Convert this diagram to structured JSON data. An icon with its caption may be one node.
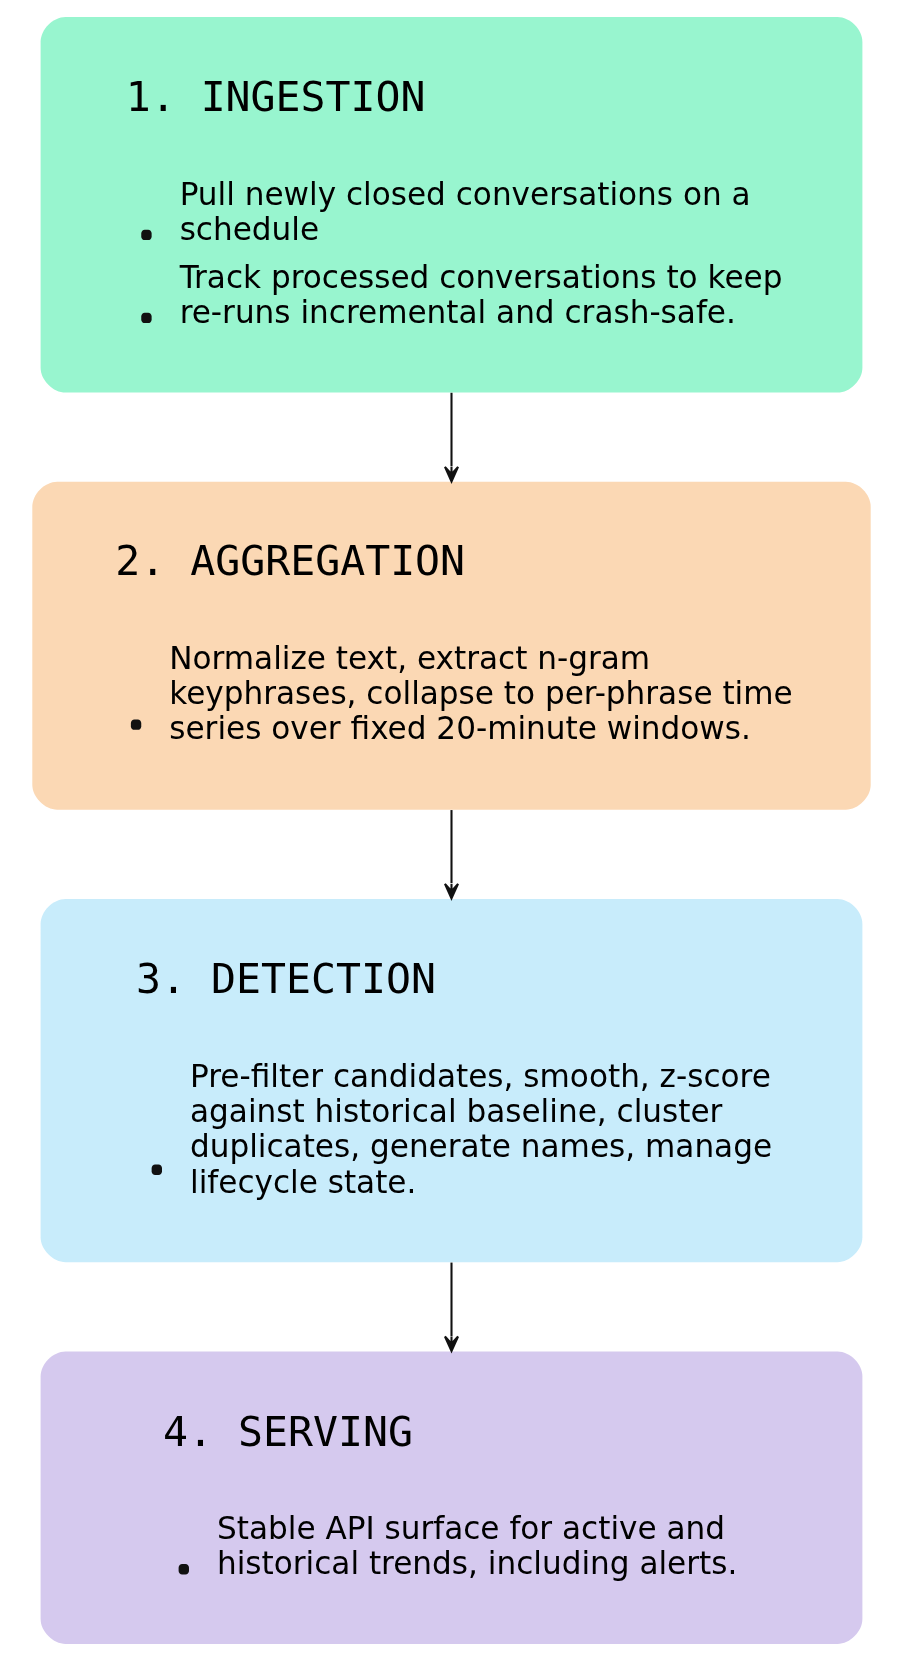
{
  "diagram": {
    "nodes": [
      {
        "text": [
          "1. INGESTION",
          "Pull newly closed conversations on a schedule",
          "Track processed conversations to keep re-runs incremental and crash-safe."
        ]
      },
      {
        "text": [
          "2. AGGREGATION",
          "Normalize text, extract n-gram keyphrases, collapse to per-phrase time series over fixed 20-minute windows."
        ]
      },
      {
        "text": [
          "3. DETECTION",
          "Pre-filter candidates, smooth, z-score against historical baseline, cluster duplicates, generate names, manage lifecycle state."
        ]
      },
      {
        "text": [
          "4. SERVING",
          "Stable API surface for active and historical trends, including alerts."
        ]
      }
    ],
    "edges": [
      {
        "from": 0,
        "to": 1,
        "arrow": "to"
      },
      {
        "from": 1,
        "to": 2,
        "arrow": "to"
      },
      {
        "from": 2,
        "to": 3,
        "arrow": "to"
      }
    ]
  }
}
